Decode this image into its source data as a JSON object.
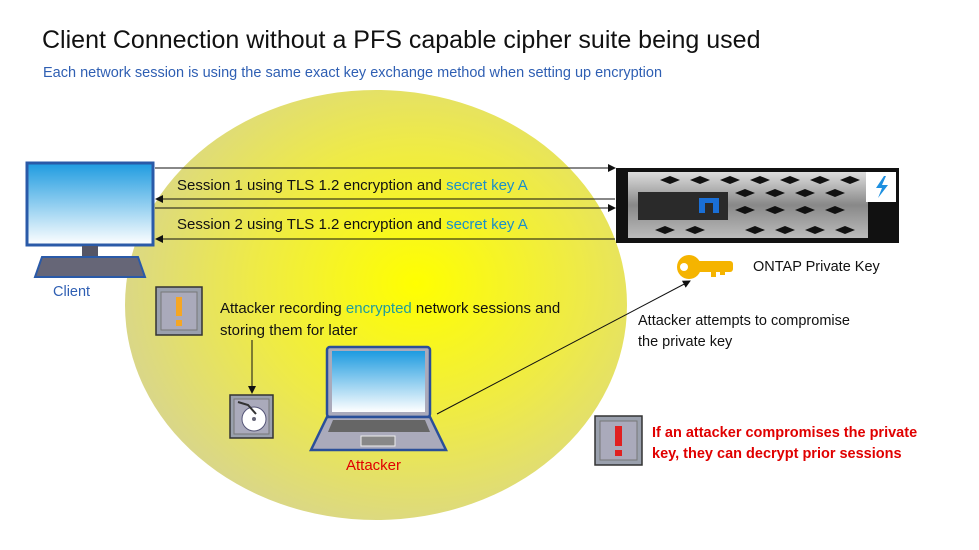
{
  "title": "Client Connection without a PFS capable cipher suite being used",
  "subtitle": "Each network session is using the same exact key exchange method when setting up encryption",
  "sessions": [
    {
      "prefix": "Session 1 using TLS 1.2 encryption and ",
      "key": "secret key A"
    },
    {
      "prefix": "Session 2 using TLS 1.2 encryption and ",
      "key": "secret key A"
    }
  ],
  "client_label": "Client",
  "server_key_label": "ONTAP Private Key",
  "recording": {
    "prefix": "Attacker recording ",
    "highlight": "encrypted",
    "suffix": " network sessions and",
    "line2": "storing them for later"
  },
  "attacker_label": "Attacker",
  "compromise": {
    "line1": "Attacker attempts to compromise",
    "line2": "the private key"
  },
  "warning": {
    "line1": "If an attacker compromises the private",
    "line2": "key, they can decrypt prior sessions"
  },
  "colors": {
    "title": "#111111",
    "subtitle": "#2f5fb3",
    "key_text": "#1a8fc9",
    "warning": "#e00000",
    "key_icon": "#f5b400"
  }
}
